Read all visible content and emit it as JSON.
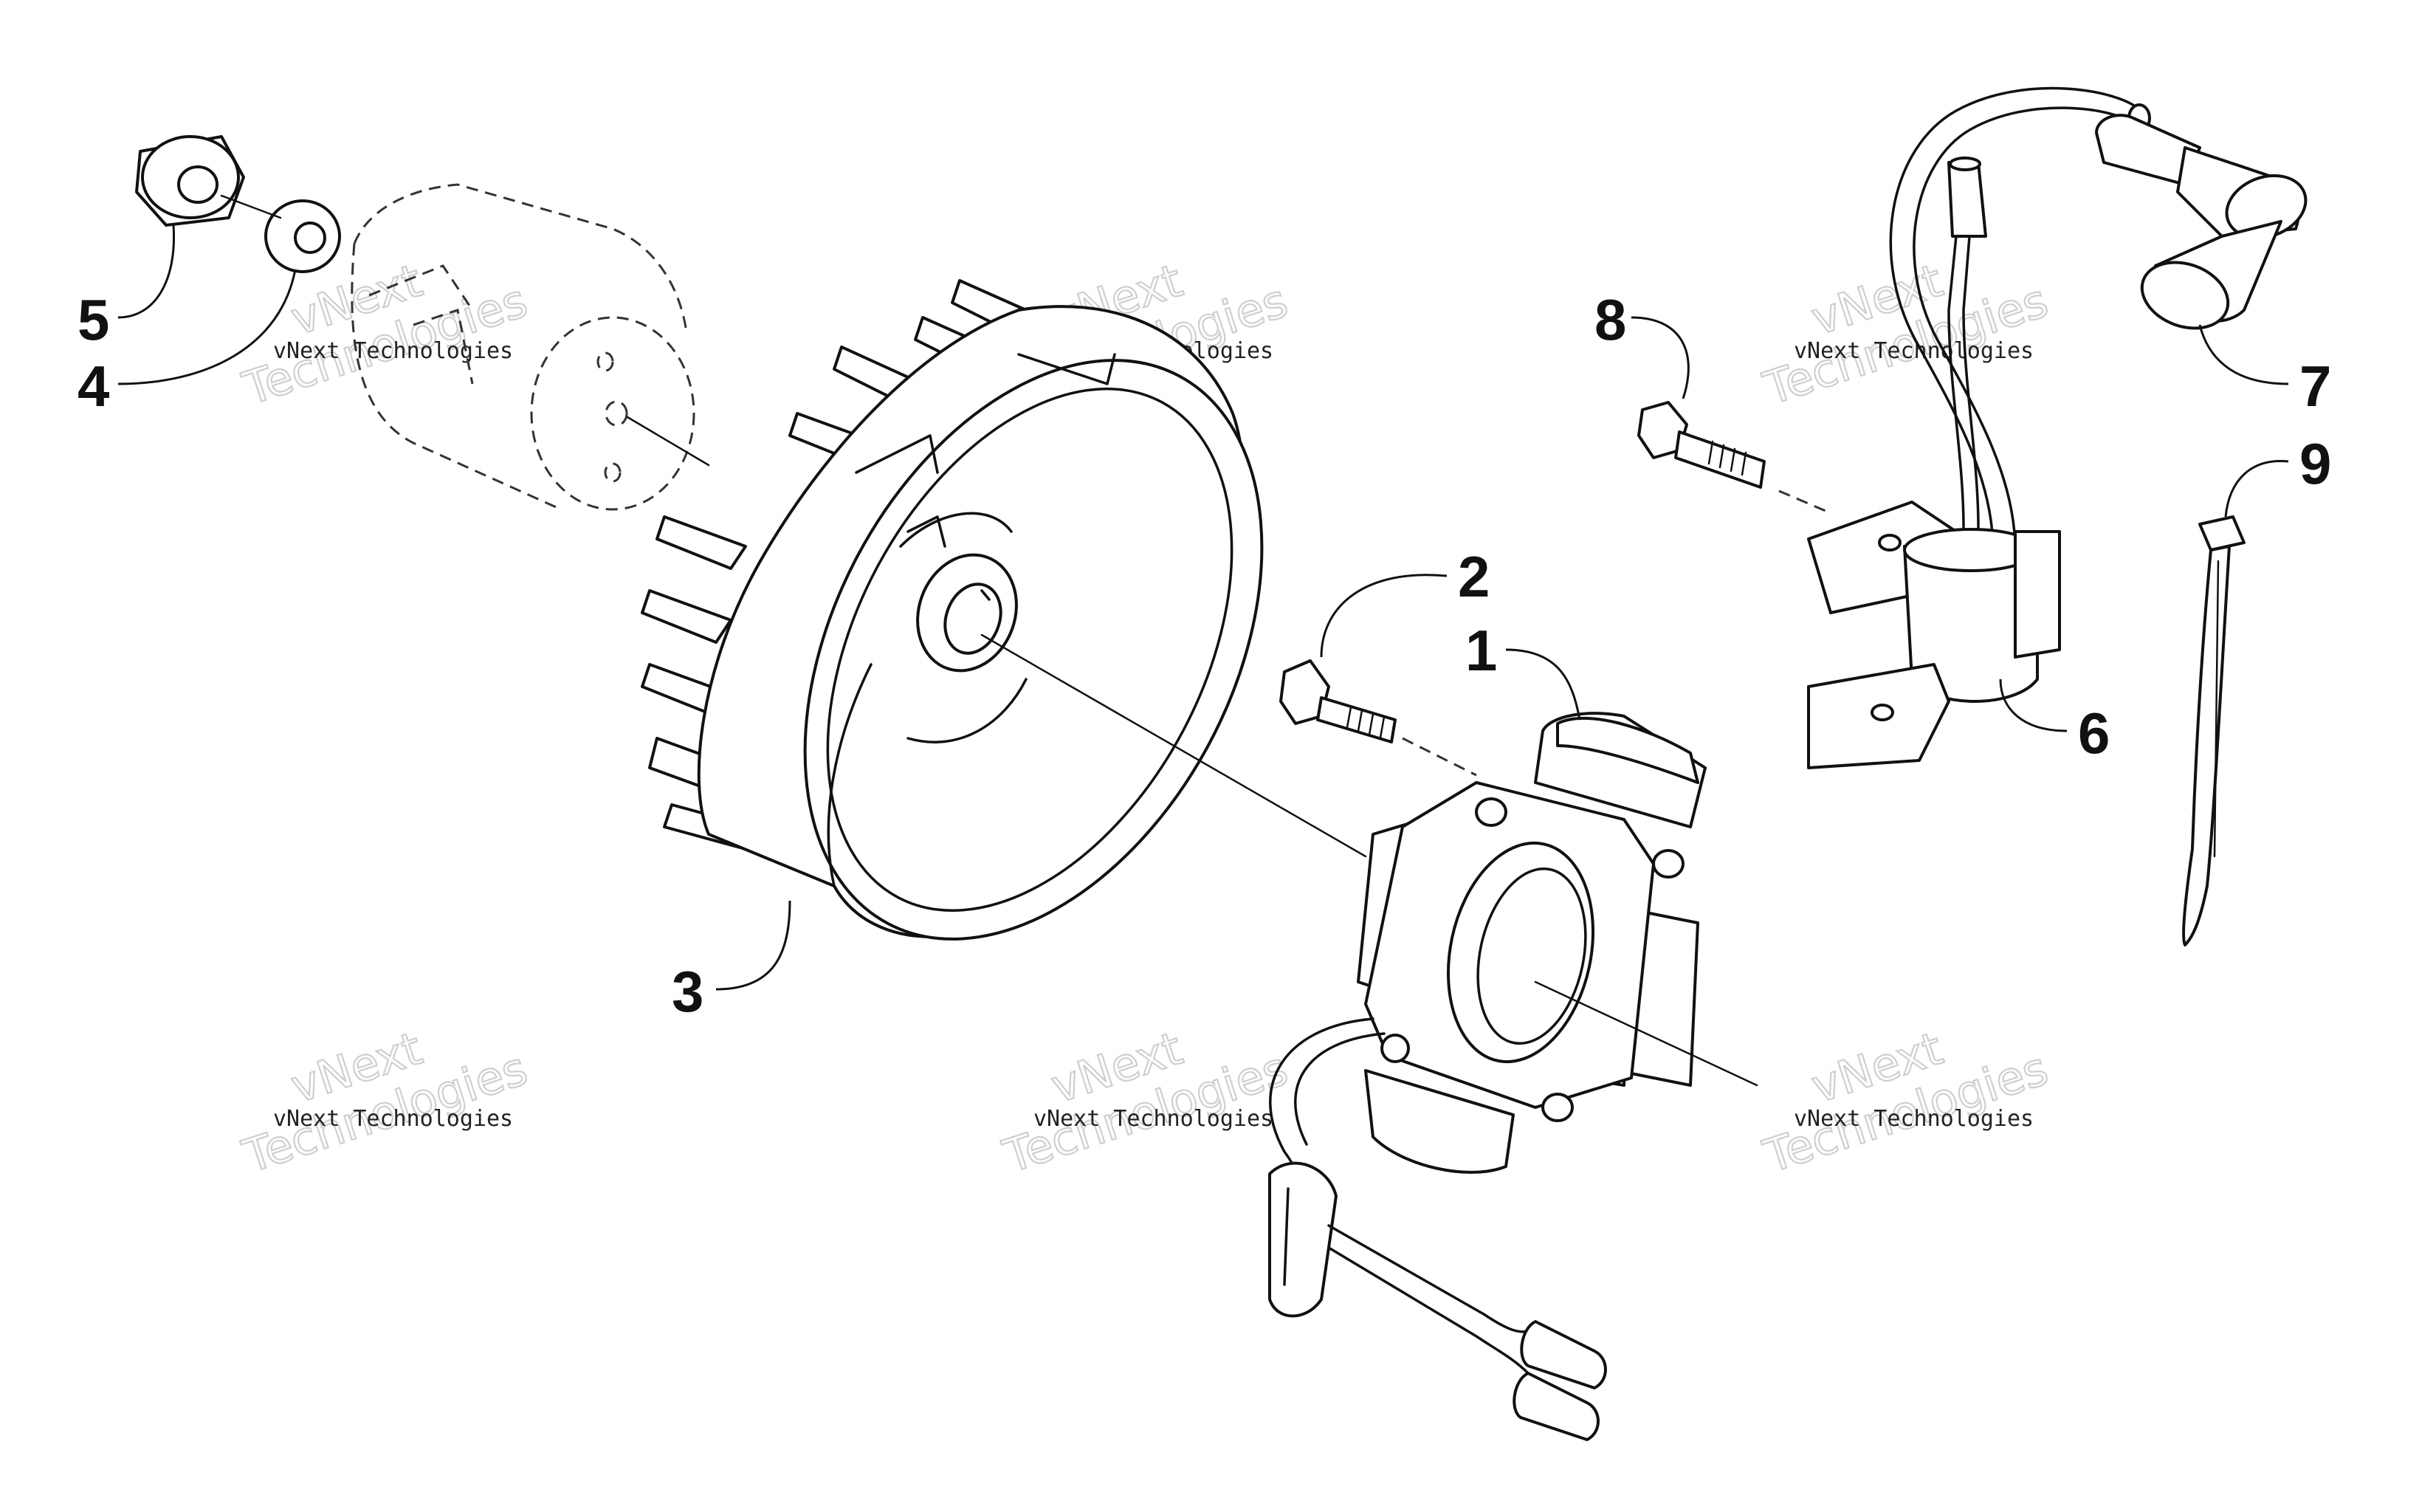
{
  "diagram": {
    "callouts": [
      {
        "id": "1",
        "label": "1"
      },
      {
        "id": "2",
        "label": "2"
      },
      {
        "id": "3",
        "label": "3"
      },
      {
        "id": "4",
        "label": "4"
      },
      {
        "id": "5",
        "label": "5"
      },
      {
        "id": "6",
        "label": "6"
      },
      {
        "id": "7",
        "label": "7"
      },
      {
        "id": "8",
        "label": "8"
      },
      {
        "id": "9",
        "label": "9"
      }
    ],
    "watermark": {
      "line1": "vNext",
      "line2": "Technologies",
      "small": "vNext Technologies"
    }
  }
}
